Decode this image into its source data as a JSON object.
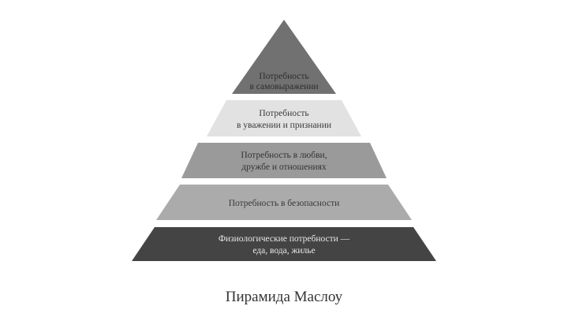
{
  "title": "Пирамида Маслоу",
  "layers": [
    {
      "lines": [
        "Потребность",
        "в самовыражении"
      ],
      "fill": "#717171",
      "text_color": "#2e2e2e"
    },
    {
      "lines": [
        "Потребность",
        "в уважении и признании"
      ],
      "fill": "#e2e2e2",
      "text_color": "#3a3a3a"
    },
    {
      "lines": [
        "Потребность в любви,",
        "дружбе и отношениях"
      ],
      "fill": "#9a9a9a",
      "text_color": "#333333"
    },
    {
      "lines": [
        "Потребность в безопасности"
      ],
      "fill": "#ababab",
      "text_color": "#383838"
    },
    {
      "lines": [
        "Физиологические потребности —",
        "еда, вода, жилье"
      ],
      "fill": "#444444",
      "text_color": "#e8e8e8"
    }
  ]
}
